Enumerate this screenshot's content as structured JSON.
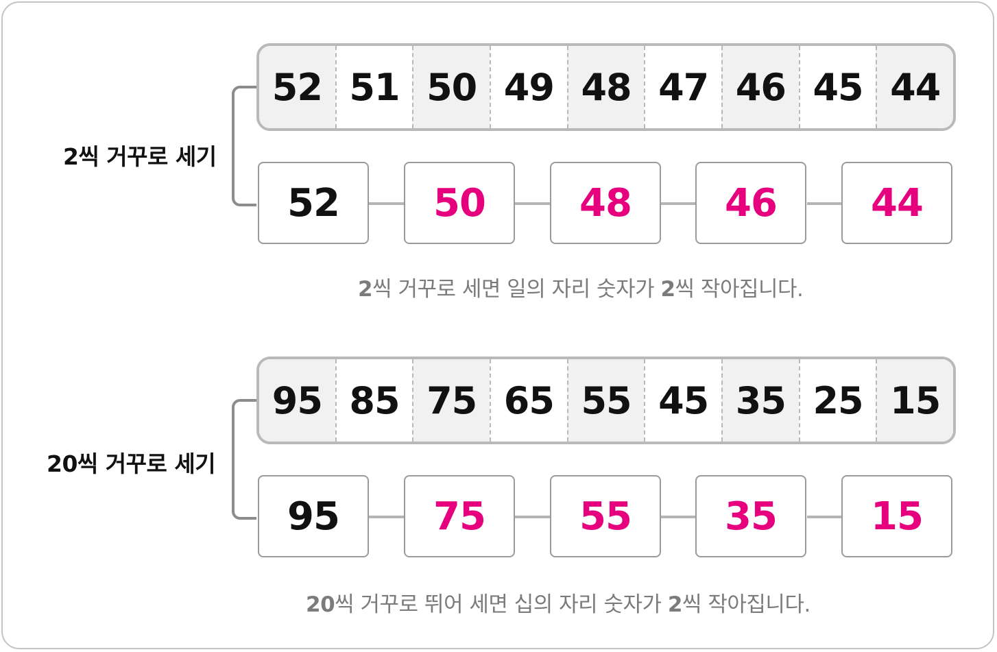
{
  "sections": [
    {
      "label": "2씩 거꾸로 세기",
      "strip": [
        "52",
        "51",
        "50",
        "49",
        "48",
        "47",
        "46",
        "45",
        "44"
      ],
      "boxes": [
        "52",
        "50",
        "48",
        "46",
        "44"
      ],
      "caption": {
        "step": "2",
        "text1": "씩 거꾸로 세면 일의 자리 숫자가 ",
        "step2": "2",
        "text2": "씩 작아집니다."
      }
    },
    {
      "label": "20씩 거꾸로 세기",
      "strip": [
        "95",
        "85",
        "75",
        "65",
        "55",
        "45",
        "35",
        "25",
        "15"
      ],
      "boxes": [
        "95",
        "75",
        "55",
        "35",
        "15"
      ],
      "caption": {
        "step": "20",
        "text1": "씩 거꾸로 뛰어 세면 십의 자리 숫자가 ",
        "step2": "2",
        "text2": "씩 작아집니다."
      }
    }
  ],
  "colors": {
    "highlight": "#e6007e",
    "text": "#111111",
    "caption": "#7b7b7b",
    "shade": "#f1f1f1"
  }
}
